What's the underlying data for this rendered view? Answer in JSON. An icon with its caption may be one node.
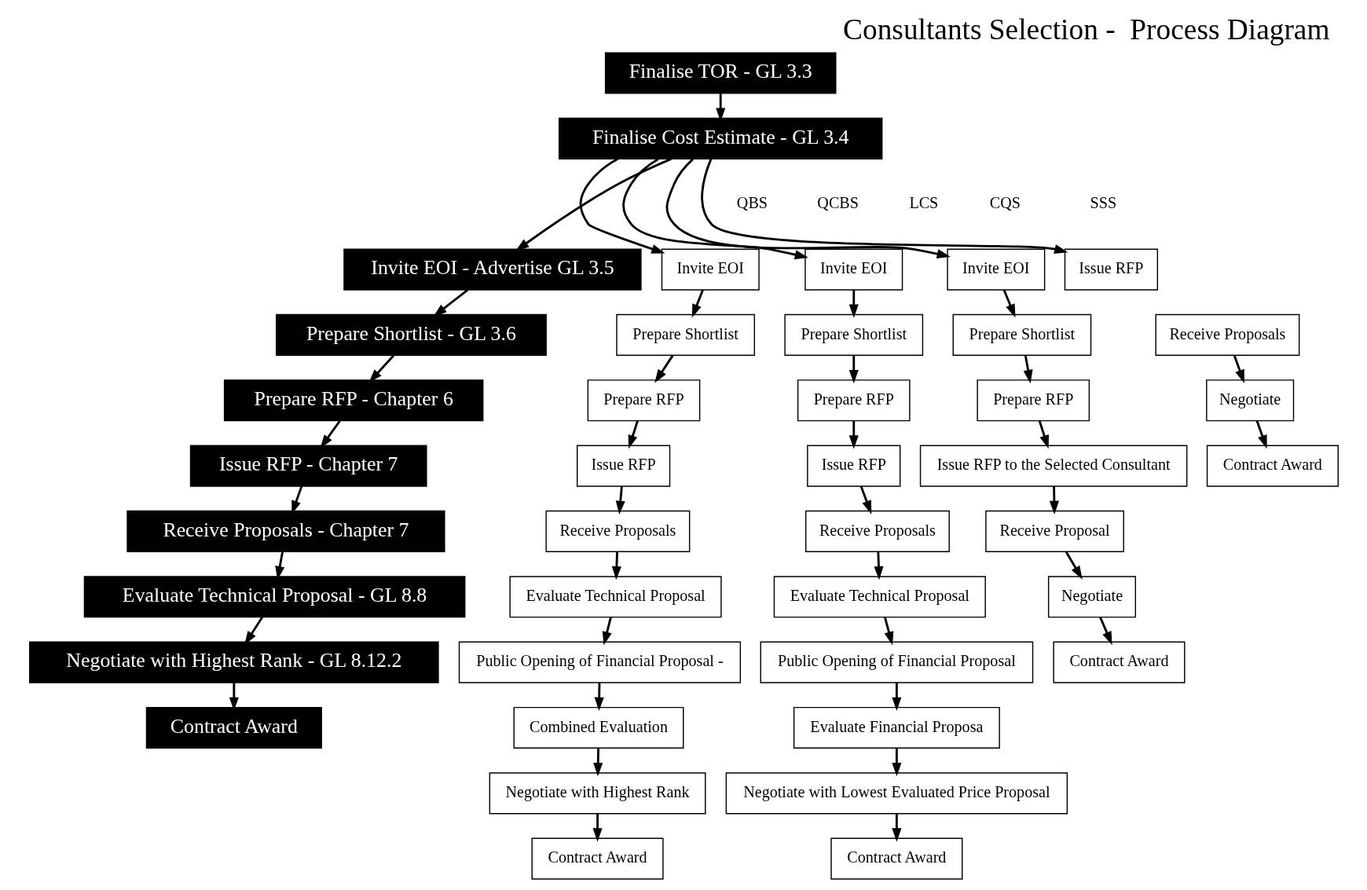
{
  "diagram": {
    "title": "Consultants Selection -  Process Diagram",
    "nodes": [
      {
        "text": [
          "Finalise TOR - GL 3.3"
        ]
      },
      {
        "text": [
          "Finalise Cost Estimate - GL 3.4"
        ]
      },
      {
        "text": [
          "Invite EOI"
        ]
      },
      {
        "text": [
          "Prepare Shortlist"
        ]
      },
      {
        "text": [
          "Prepare RFP"
        ]
      },
      {
        "text": [
          "Issue RFP"
        ]
      },
      {
        "text": [
          "Receive Proposals"
        ]
      },
      {
        "text": [
          "Evaluate Technical Proposal"
        ]
      },
      {
        "text": [
          "Public Opening of Financial Proposal -"
        ]
      },
      {
        "text": [
          "Combined Evaluation"
        ]
      },
      {
        "text": [
          "Negotiate with Highest Rank"
        ]
      },
      {
        "text": [
          "Contract Award"
        ]
      },
      {
        "text": [
          "Invite EOI - Advertise GL 3.5"
        ]
      },
      {
        "text": [
          "Prepare Shortlist - GL 3.6"
        ]
      },
      {
        "text": [
          "Prepare RFP - Chapter 6"
        ]
      },
      {
        "text": [
          "Issue RFP - Chapter 7"
        ]
      },
      {
        "text": [
          "Receive Proposals - Chapter 7"
        ]
      },
      {
        "text": [
          "Evaluate Technical Proposal - GL 8.8"
        ]
      },
      {
        "text": [
          "Negotiate with Highest Rank - GL 8.12.2"
        ]
      },
      {
        "text": [
          "Contract Award"
        ]
      },
      {
        "text": [
          "Invite EOI"
        ]
      },
      {
        "text": [
          "Prepare Shortlist"
        ]
      },
      {
        "text": [
          "Prepare RFP"
        ]
      },
      {
        "text": [
          "Issue RFP"
        ]
      },
      {
        "text": [
          "Receive Proposals"
        ]
      },
      {
        "text": [
          "Evaluate Technical Proposal"
        ]
      },
      {
        "text": [
          "Public Opening of Financial Proposal"
        ]
      },
      {
        "text": [
          "Evaluate Financial Proposa"
        ]
      },
      {
        "text": [
          "Negotiate with Lowest Evaluated Price Proposal"
        ]
      },
      {
        "text": [
          "Contract Award"
        ]
      },
      {
        "text": [
          "Invite EOI"
        ]
      },
      {
        "text": [
          "Prepare Shortlist"
        ]
      },
      {
        "text": [
          "Prepare RFP"
        ]
      },
      {
        "text": [
          "Issue RFP to the Selected Consultant"
        ]
      },
      {
        "text": [
          "Receive Proposal"
        ]
      },
      {
        "text": [
          "Negotiate"
        ]
      },
      {
        "text": [
          "Contract Award"
        ]
      },
      {
        "text": [
          "Issue RFP"
        ]
      },
      {
        "text": [
          "Receive Proposals"
        ]
      },
      {
        "text": [
          "Negotiate"
        ]
      },
      {
        "text": [
          "Contract Award"
        ]
      }
    ],
    "edges": [
      {
        "from": 0,
        "to": 1,
        "arrow": "to"
      },
      {
        "from": 1,
        "to": 2,
        "arrow": "to"
      },
      {
        "from": 1,
        "to": 12,
        "arrow": "to"
      },
      {
        "from": 1,
        "to": 20,
        "arrow": "to"
      },
      {
        "from": 1,
        "to": 30,
        "arrow": "to"
      },
      {
        "from": 1,
        "to": 37,
        "arrow": "to"
      },
      {
        "from": 2,
        "to": 3,
        "arrow": "to"
      },
      {
        "from": 3,
        "to": 4,
        "arrow": "to"
      },
      {
        "from": 4,
        "to": 5,
        "arrow": "to"
      },
      {
        "from": 5,
        "to": 6,
        "arrow": "to"
      },
      {
        "from": 6,
        "to": 7,
        "arrow": "to"
      },
      {
        "from": 7,
        "to": 8,
        "arrow": "to"
      },
      {
        "from": 8,
        "to": 9,
        "arrow": "to"
      },
      {
        "from": 9,
        "to": 10,
        "arrow": "to"
      },
      {
        "from": 10,
        "to": 11,
        "arrow": "to"
      },
      {
        "from": 12,
        "to": 13,
        "arrow": "to"
      },
      {
        "from": 13,
        "to": 14,
        "arrow": "to"
      },
      {
        "from": 14,
        "to": 15,
        "arrow": "to"
      },
      {
        "from": 15,
        "to": 16,
        "arrow": "to"
      },
      {
        "from": 16,
        "to": 17,
        "arrow": "to"
      },
      {
        "from": 17,
        "to": 18,
        "arrow": "to"
      },
      {
        "from": 18,
        "to": 19,
        "arrow": "to"
      },
      {
        "from": 20,
        "to": 21,
        "arrow": "to"
      },
      {
        "from": 21,
        "to": 22,
        "arrow": "to"
      },
      {
        "from": 22,
        "to": 23,
        "arrow": "to"
      },
      {
        "from": 23,
        "to": 24,
        "arrow": "to"
      },
      {
        "from": 24,
        "to": 25,
        "arrow": "to"
      },
      {
        "from": 25,
        "to": 26,
        "arrow": "to"
      },
      {
        "from": 26,
        "to": 27,
        "arrow": "to"
      },
      {
        "from": 27,
        "to": 28,
        "arrow": "to"
      },
      {
        "from": 28,
        "to": 29,
        "arrow": "to"
      },
      {
        "from": 30,
        "to": 31,
        "arrow": "to"
      },
      {
        "from": 31,
        "to": 32,
        "arrow": "to"
      },
      {
        "from": 32,
        "to": 33,
        "arrow": "to"
      },
      {
        "from": 33,
        "to": 34,
        "arrow": "to"
      },
      {
        "from": 34,
        "to": 35,
        "arrow": "to"
      },
      {
        "from": 35,
        "to": 36,
        "arrow": "to"
      },
      {
        "from": 38,
        "to": 39,
        "arrow": "to"
      },
      {
        "from": 39,
        "to": 40,
        "arrow": "to"
      }
    ],
    "labels": [
      "QBS",
      "QCBS",
      "LCS",
      "CQS",
      "SSS"
    ]
  }
}
